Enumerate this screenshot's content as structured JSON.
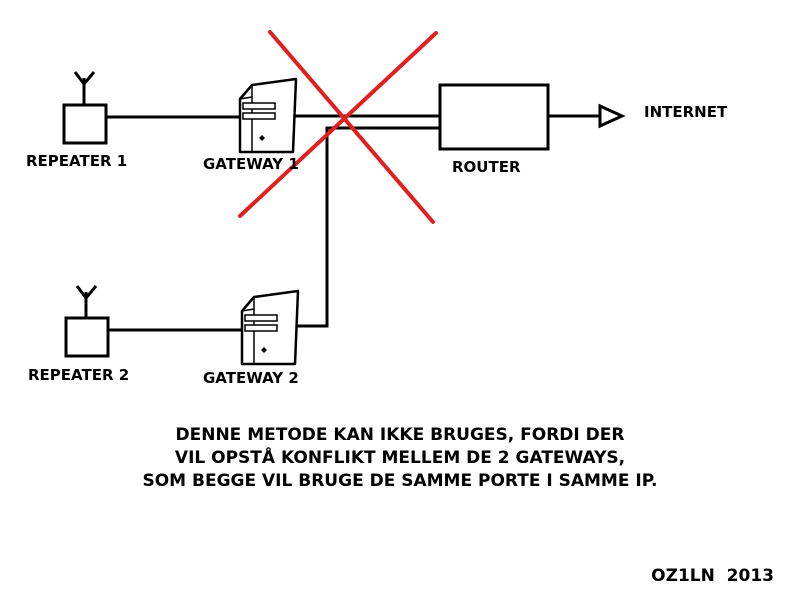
{
  "labels": {
    "repeater1": "REPEATER 1",
    "repeater2": "REPEATER 2",
    "gateway1": "GATEWAY 1",
    "gateway2": "GATEWAY 2",
    "router": "ROUTER",
    "internet": "INTERNET"
  },
  "caption": {
    "line1": "DENNE METODE KAN IKKE BRUGES, FORDI DER",
    "line2": "VIL OPSTÅ KONFLIKT MELLEM DE 2 GATEWAYS,",
    "line3": "SOM BEGGE VIL BRUGE DE SAMME PORTE I SAMME IP."
  },
  "credit": "OZ1LN  2013",
  "colors": {
    "line": "#000000",
    "cross": "#e02020",
    "background": "#ffffff"
  }
}
